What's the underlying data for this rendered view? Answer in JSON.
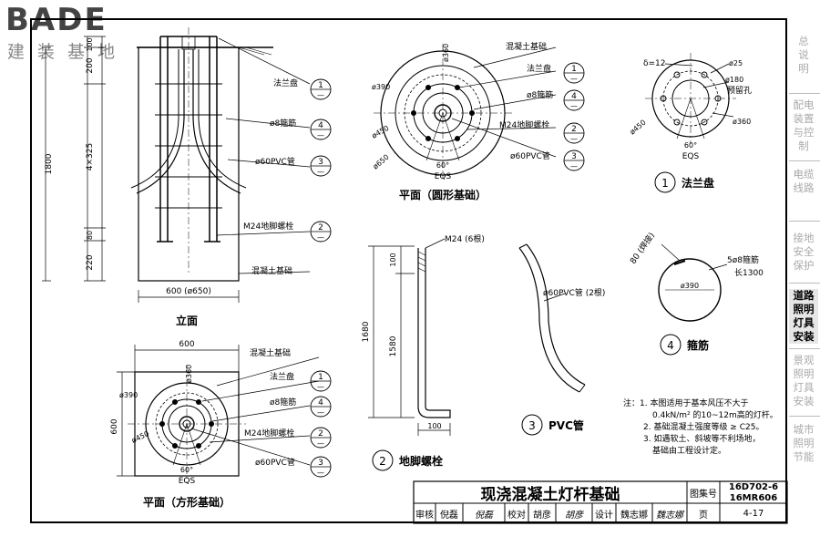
{
  "logo": {
    "main": "BADE",
    "sub": "建装基地"
  },
  "sidebar": {
    "items": [
      {
        "label": "总\n说\n明",
        "active": false
      },
      {
        "label": "配电\n装置\n与控\n制",
        "active": false
      },
      {
        "label": "电缆\n线路",
        "active": false
      },
      {
        "label": "接地\n安全\n保护",
        "active": false
      },
      {
        "label": "道路\n照明\n灯具\n安装",
        "active": true
      },
      {
        "label": "景观\n照明\n灯具\n安装",
        "active": false
      },
      {
        "label": "城市\n照明\n节能",
        "active": false
      }
    ]
  },
  "elevation": {
    "title": "立面",
    "dims": {
      "d100": "100",
      "d200": "200",
      "d4x325": "4×325",
      "d80": "80",
      "d220": "220",
      "d1800": "1800",
      "width": "600 (ø650)"
    },
    "callouts": [
      {
        "text": "法兰盘",
        "num": "1"
      },
      {
        "text": "ø8箍筋",
        "num": "4"
      },
      {
        "text": "ø60PVC管",
        "num": "3"
      },
      {
        "text": "M24地脚螺栓",
        "num": "2"
      },
      {
        "text": "混凝土基础",
        "num": ""
      }
    ],
    "dash": "—"
  },
  "plan_round": {
    "title": "平面（圆形基础）",
    "labels": {
      "d360": "ø360",
      "d390": "ø390",
      "d450": "ø450",
      "d650": "ø650",
      "angle": "60°",
      "eqs": "EQS"
    },
    "callouts": [
      {
        "text": "混凝土基础",
        "num": ""
      },
      {
        "text": "法兰盘",
        "num": "1"
      },
      {
        "text": "ø8箍筋",
        "num": "4"
      },
      {
        "text": "M24地脚螺栓",
        "num": "2"
      },
      {
        "text": "ø60PVC管",
        "num": "3"
      }
    ]
  },
  "plan_square": {
    "title": "平面（方形基础）",
    "labels": {
      "d600top": "600",
      "d600side": "600",
      "d360": "ø360",
      "d390": "ø390",
      "d450": "ø450",
      "angle": "60°",
      "eqs": "EQS"
    },
    "callouts": [
      {
        "text": "混凝土基础",
        "num": ""
      },
      {
        "text": "法兰盘",
        "num": "1"
      },
      {
        "text": "ø8箍筋",
        "num": "4"
      },
      {
        "text": "M24地脚螺栓",
        "num": "2"
      },
      {
        "text": "ø60PVC管",
        "num": "3"
      }
    ]
  },
  "flange": {
    "title": "法兰盘",
    "num": "1",
    "labels": {
      "d12": "δ=12",
      "d25": "ø25",
      "d180": "ø180",
      "hole": "预留孔",
      "d450": "ø450",
      "d360": "ø360",
      "angle": "60°",
      "eqs": "EQS"
    }
  },
  "bolt": {
    "title": "地脚螺栓",
    "num": "2",
    "labels": {
      "m24": "M24 (6根)",
      "d1680": "1680",
      "d1580": "1580",
      "d100v": "100",
      "d100h": "100"
    }
  },
  "pvc": {
    "title": "PVC管",
    "num": "3",
    "labels": {
      "pipe": "ø60PVC管 (2根)"
    }
  },
  "stirrup": {
    "title": "箍筋",
    "num": "4",
    "labels": {
      "weld": "80 (焊接)",
      "count": "5ø8箍筋",
      "length": "长1300",
      "d390": "ø390"
    }
  },
  "notes": {
    "head": "注：1. 本图适用于基本风压不大于",
    "lines": [
      "0.4kN/m² 的10~12m高的灯杆。",
      "2. 基础混凝土强度等级 ≥ C25。",
      "3. 如遇软土、斜坡等不利场地，",
      "基础由工程设计定。"
    ]
  },
  "title_block": {
    "title": "现浇混凝土灯杆基础",
    "atlas_label": "图集号",
    "atlas_no": "16D702-6",
    "atlas_no2": "16MR606",
    "review": "审核",
    "reviewer": "倪磊",
    "reviewer_sig": "倪磊",
    "check": "校对",
    "checker": "胡彦",
    "checker_sig": "胡彦",
    "design": "设计",
    "designer": "魏志娜",
    "designer_sig": "魏志娜",
    "page_label": "页",
    "page_no": "4-17"
  }
}
